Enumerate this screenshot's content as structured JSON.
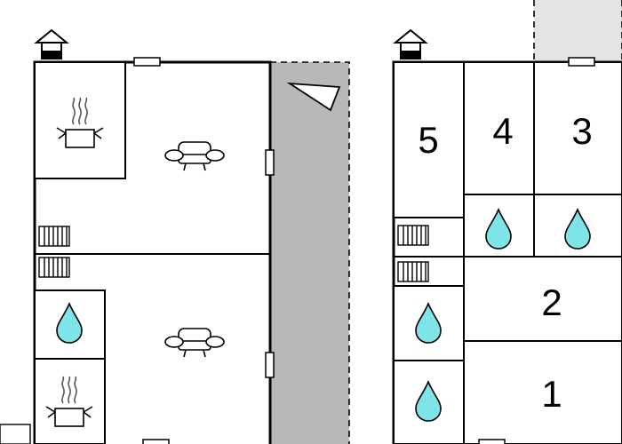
{
  "floorplan": {
    "right_floor": {
      "bedroom_labels": [
        "5",
        "4",
        "3",
        "2",
        "1"
      ]
    },
    "icons": {
      "house": "house-icon",
      "stove": "cooking-pot-icon",
      "sofa": "sofa-icon",
      "bathroom": "water-drop-icon",
      "stairs": "stairs-icon",
      "terrace": "terrace-area",
      "compass": "north-arrow-icon"
    },
    "colors": {
      "wall": "#000000",
      "water": "#7fe4e8",
      "terrace_dark": "#b8b8b8",
      "terrace_light": "#e4e4e4",
      "floor": "#ffffff"
    }
  }
}
